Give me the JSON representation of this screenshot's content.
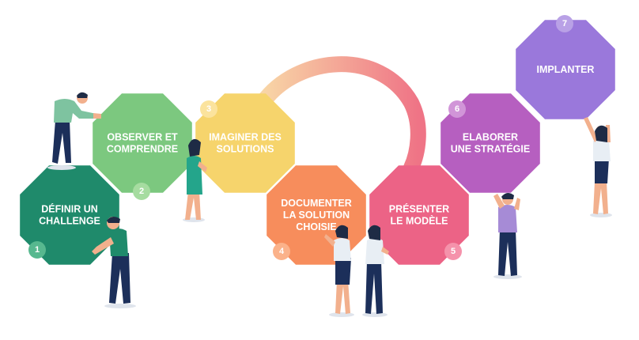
{
  "steps": [
    {
      "number": "1",
      "lines": [
        "DÉFINIR UN",
        "CHALLENGE"
      ],
      "color": "#1f8a6b",
      "badge": "#57b88f"
    },
    {
      "number": "2",
      "lines": [
        "OBSERVER ET",
        "COMPRENDRE"
      ],
      "color": "#7cc87f",
      "badge": "#a6dca0"
    },
    {
      "number": "3",
      "lines": [
        "IMAGINER DES",
        "SOLUTIONS"
      ],
      "color": "#f6d46c",
      "badge": "#fbe39d"
    },
    {
      "number": "4",
      "lines": [
        "DOCUMENTER",
        "LA SOLUTION",
        "CHOISIE"
      ],
      "color": "#f78d5c",
      "badge": "#fbb28a"
    },
    {
      "number": "5",
      "lines": [
        "PRÉSENTER",
        "LE MODÈLE"
      ],
      "color": "#ec6386",
      "badge": "#f592ab"
    },
    {
      "number": "6",
      "lines": [
        "ELABORER",
        "UNE STRATÉGIE"
      ],
      "color": "#b65fc0",
      "badge": "#d195d8"
    },
    {
      "number": "7",
      "lines": [
        "IMPLANTER"
      ],
      "color": "#9a78db",
      "badge": "#b9a1e6"
    }
  ],
  "colors": {
    "arc_start": "#f8d6a6",
    "arc_end": "#ef7486",
    "skin": "#f2b08d",
    "hair": "#1e2b45",
    "pants": "#1c2f5a"
  }
}
